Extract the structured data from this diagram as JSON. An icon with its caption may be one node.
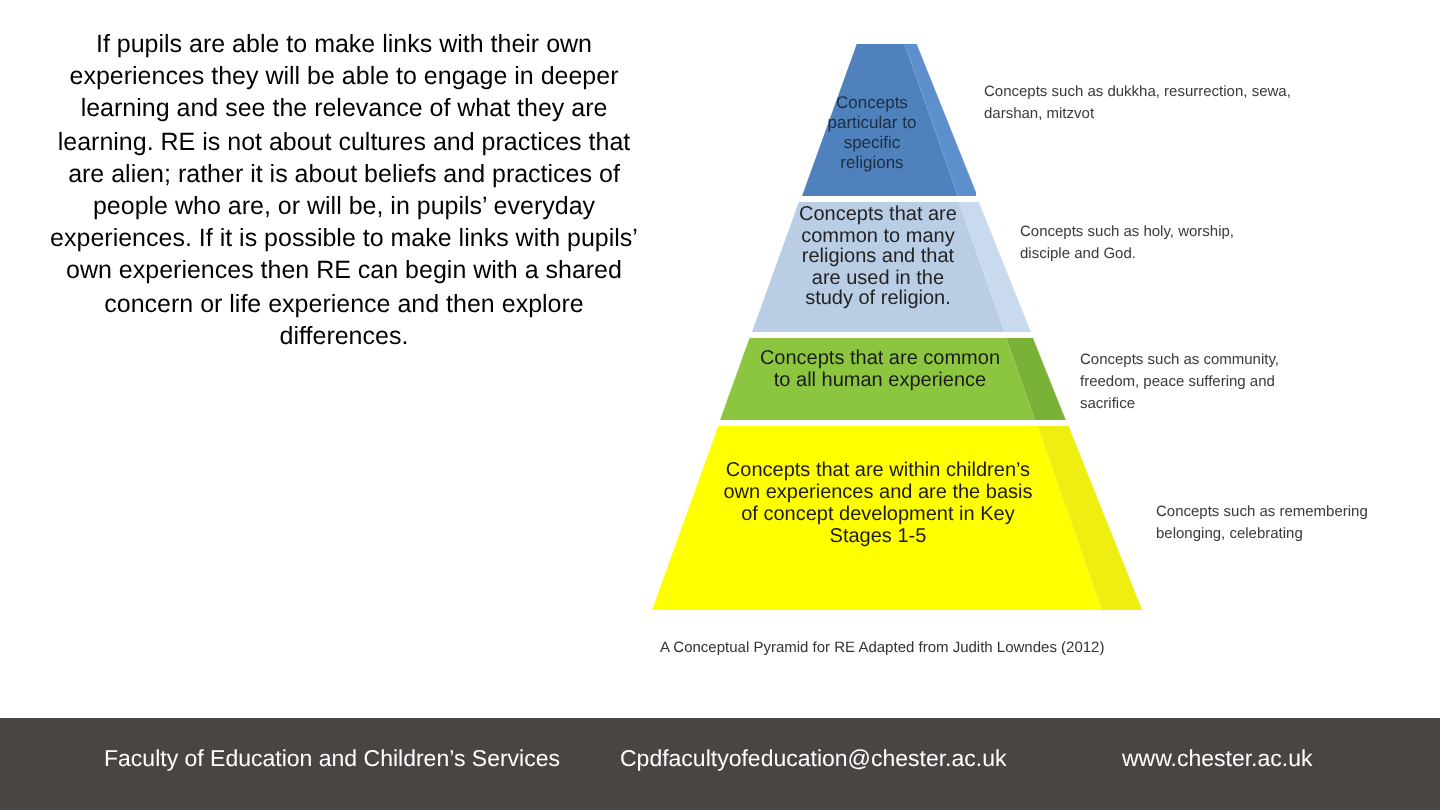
{
  "diagram": {
    "caption": "A Conceptual Pyramid for RE Adapted from Judith Lowndes (2012)",
    "nodes": [
      {
        "text": [
          "Concepts particular to specific religions"
        ],
        "beside": [
          "Concepts such as dukkha, resurrection, sewa, darshan, mitzvot"
        ]
      },
      {
        "text": [
          "Concepts that are common to many religions and that are used in the study of religion."
        ],
        "beside": [
          "Concepts such as holy, worship, disciple and God."
        ]
      },
      {
        "text": [
          "Concepts that are common to all human experience"
        ],
        "beside": [
          "Concepts such as community, freedom, peace suffering and sacrifice"
        ]
      },
      {
        "text": [
          "Concepts that are within children’s own experiences and are the basis of concept development in Key Stages 1-5"
        ],
        "beside": [
          "Concepts such as remembering belonging, celebrating"
        ]
      }
    ],
    "labels": [
      "If pupils are able to make links with their own experiences they will be able to engage in deeper learning and see the relevance of what they are learning. RE is not about cultures and practices that are alien; rather it is about beliefs and practices of people who are, or will be, in pupils’ everyday experiences. If it is possible to make links with pupils’ own experiences then RE can begin with a shared concern or life experience and then explore differences.",
      "Faculty of Education and Children’s Services",
      "Cpdfacultyofeducation@chester.ac.uk",
      "www.chester.ac.uk"
    ]
  }
}
